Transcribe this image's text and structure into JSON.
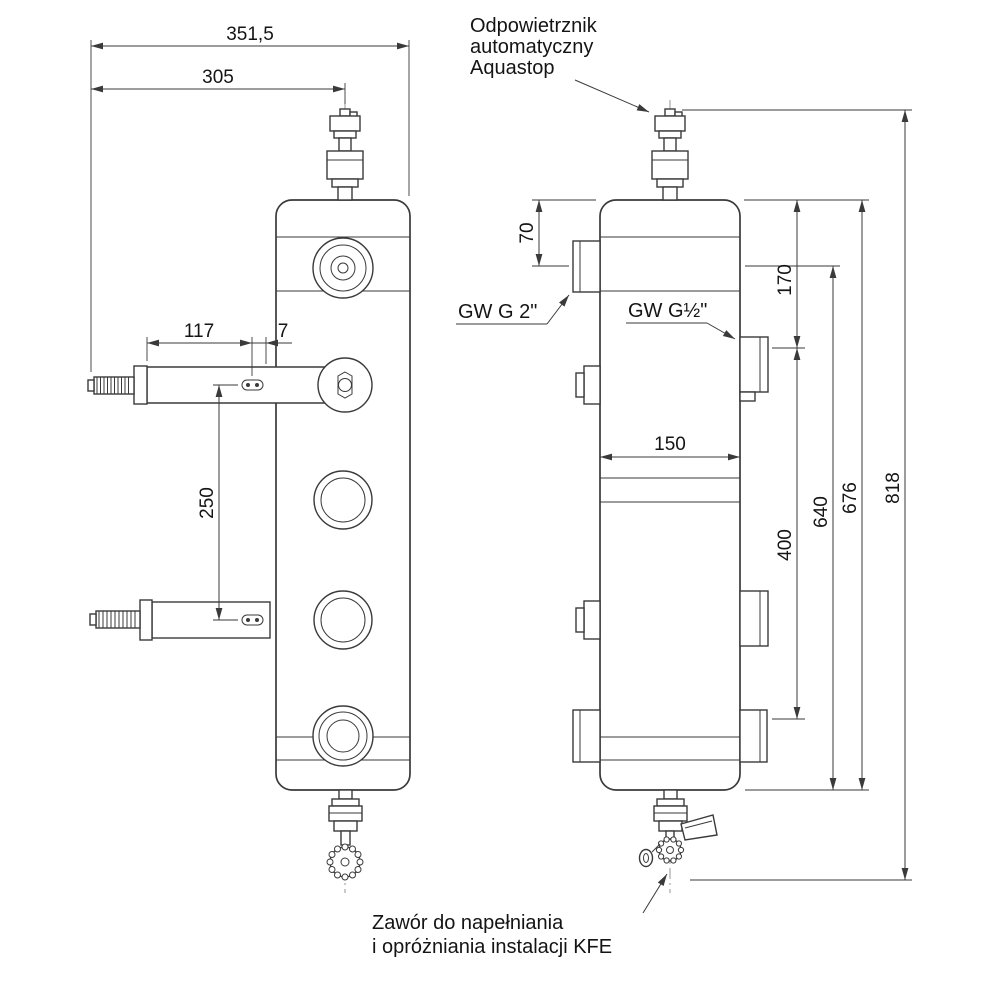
{
  "drawing": {
    "ink_color": "#3a3a3a",
    "labels": {
      "air_vent_line1": "Odpowietrznik",
      "air_vent_line2": "automatyczny",
      "air_vent_line3": "Aquastop",
      "gw_g2": "GW G 2\"",
      "gw_g_half": "GW G½\"",
      "kfe_line1": "Zawór do napełniania",
      "kfe_line2": "i opróżniania instalacji KFE"
    },
    "dims": {
      "overall_width": "351,5",
      "width_305": "305",
      "bracket_117": "117",
      "offset_7": "7",
      "spacing_250": "250",
      "top_70": "70",
      "top_170": "170",
      "diameter_150": "150",
      "spacing_400": "400",
      "span_640": "640",
      "body_676": "676",
      "total_818": "818"
    }
  }
}
